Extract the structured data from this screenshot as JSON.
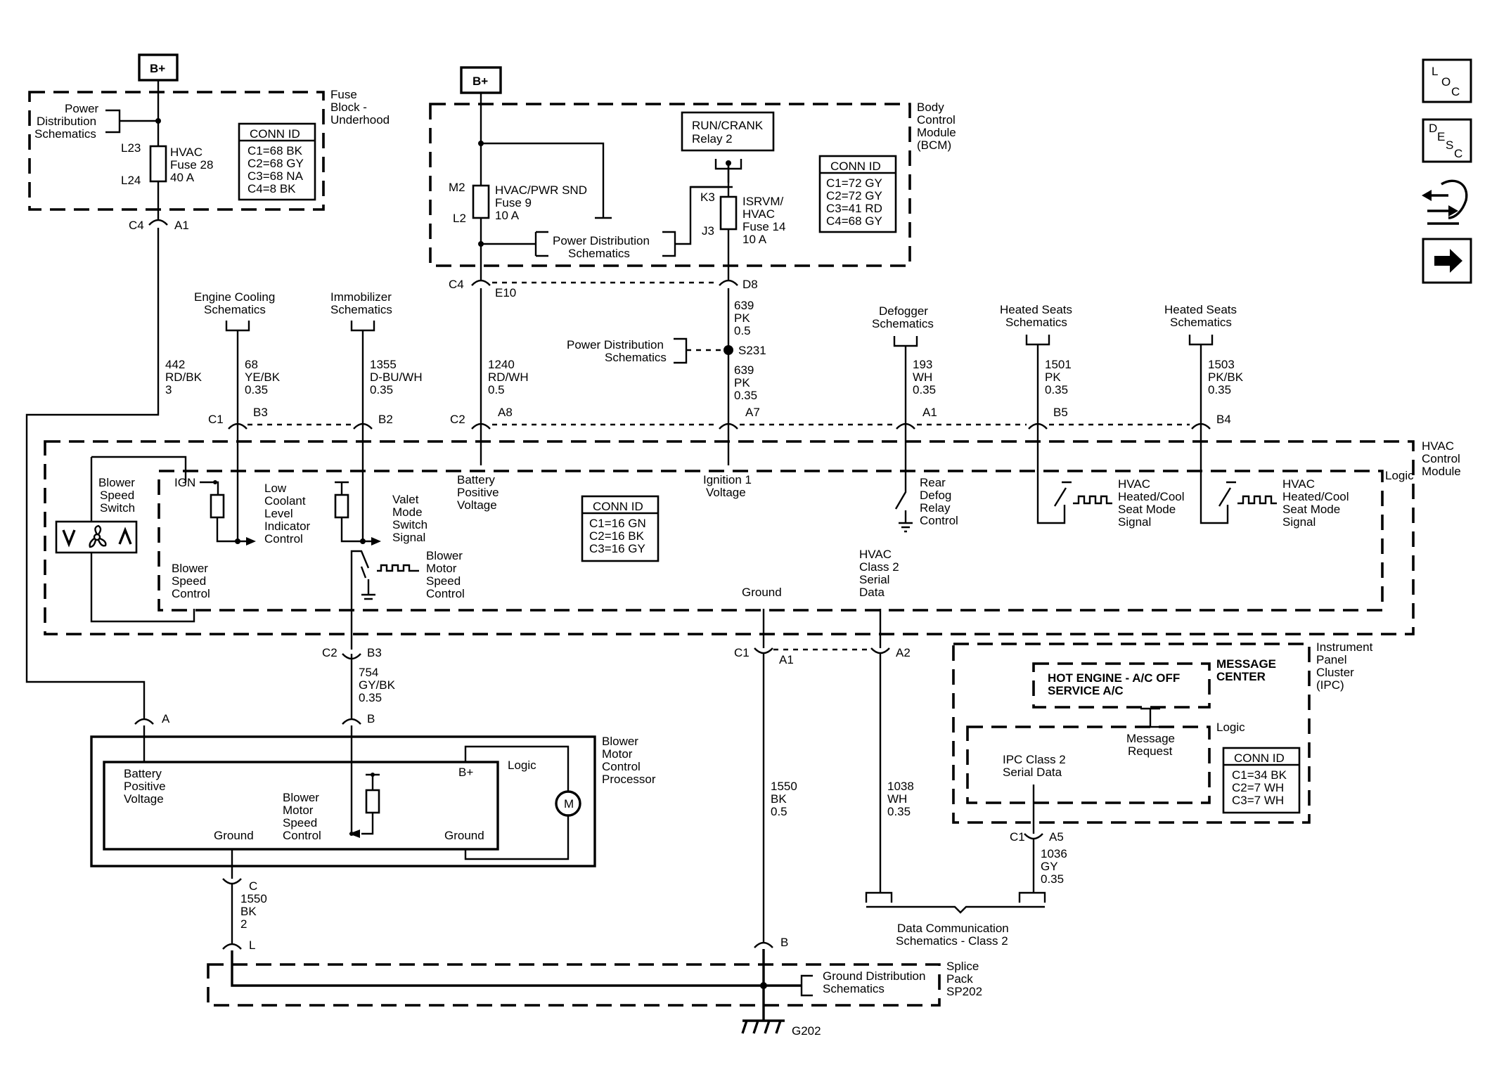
{
  "nav": {
    "loc_letters": [
      "L",
      "O",
      "C"
    ],
    "desc_letters": [
      "D",
      "E",
      "S",
      "C"
    ],
    "connector_icon": "connector-icon",
    "next_icon": "arrow-right-icon"
  },
  "power": {
    "bplus_left": "B+",
    "bplus_center": "B+"
  },
  "fuse_block": {
    "title": [
      "Fuse",
      "Block -",
      "Underhood"
    ],
    "power_dist": [
      "Power",
      "Distribution",
      "Schematics"
    ],
    "pin_top": "L23",
    "pin_bottom": "L24",
    "fuse": [
      "HVAC",
      "Fuse 28",
      "40 A"
    ],
    "conn_header": "CONN ID",
    "conn_lines": [
      "C1=68 BK",
      "C2=68 GY",
      "C3=68 NA",
      "C4=8 BK"
    ],
    "conn_c4": "C4",
    "pin_a1": "A1"
  },
  "bcm": {
    "title": [
      "Body",
      "Control",
      "Module",
      "(BCM)"
    ],
    "pin_m2": "M2",
    "pin_l2": "L2",
    "fuse9": [
      "HVAC/PWR SND",
      "Fuse 9",
      "10 A"
    ],
    "relay": [
      "RUN/CRANK",
      "Relay 2"
    ],
    "pin_k3": "K3",
    "pin_j3": "J3",
    "fuse14": [
      "ISRVM/",
      "HVAC",
      "Fuse 14",
      "10 A"
    ],
    "power_dist": [
      "Power Distribution",
      "Schematics"
    ],
    "conn_header": "CONN ID",
    "conn_lines": [
      "C1=72 GY",
      "C2=72 GY",
      "C3=41 RD",
      "C4=68 GY"
    ],
    "conn_c4": "C4",
    "pin_e10": "E10",
    "pin_d8": "D8"
  },
  "wires": {
    "w442": [
      "442",
      "RD/BK",
      "3"
    ],
    "w68": [
      "68",
      "YE/BK",
      "0.35"
    ],
    "w1355": [
      "1355",
      "D-BU/WH",
      "0.35"
    ],
    "w1240": [
      "1240",
      "RD/WH",
      "0.5"
    ],
    "w639a": [
      "639",
      "PK",
      "0.5"
    ],
    "w639b": [
      "639",
      "PK",
      "0.35"
    ],
    "w193": [
      "193",
      "WH",
      "0.35"
    ],
    "w1501": [
      "1501",
      "PK",
      "0.35"
    ],
    "w1503": [
      "1503",
      "PK/BK",
      "0.35"
    ],
    "w754": [
      "754",
      "GY/BK",
      "0.35"
    ],
    "w1550a": [
      "1550",
      "BK",
      "2"
    ],
    "w1550b": [
      "1550",
      "BK",
      "0.5"
    ],
    "w1038": [
      "1038",
      "WH",
      "0.35"
    ],
    "w1036": [
      "1036",
      "GY",
      "0.35"
    ]
  },
  "refs": {
    "engine_cooling": [
      "Engine Cooling",
      "Schematics"
    ],
    "immobilizer": [
      "Immobilizer",
      "Schematics"
    ],
    "power_dist_s231": [
      "Power Distribution",
      "Schematics"
    ],
    "splice_s231": "S231",
    "defogger": [
      "Defogger",
      "Schematics"
    ],
    "heated_seats_1": [
      "Heated Seats",
      "Schematics"
    ],
    "heated_seats_2": [
      "Heated Seats",
      "Schematics"
    ]
  },
  "hvac": {
    "title": [
      "HVAC",
      "Control",
      "Module"
    ],
    "logic": "Logic",
    "c1": "C1",
    "pin_b3": "B3",
    "pin_b2": "B2",
    "c2": "C2",
    "pin_a8": "A8",
    "pin_a7": "A7",
    "pin_a1": "A1",
    "pin_b5": "B5",
    "pin_b4": "B4",
    "blower_switch": [
      "Blower",
      "Speed",
      "Switch"
    ],
    "ign": "IGN",
    "low_coolant": [
      "Low",
      "Coolant",
      "Level",
      "Indicator",
      "Control"
    ],
    "valet": [
      "Valet",
      "Mode",
      "Switch",
      "Signal"
    ],
    "battery": [
      "Battery",
      "Positive",
      "Voltage"
    ],
    "ignition": [
      "Ignition 1",
      "Voltage"
    ],
    "rear_defog": [
      "Rear",
      "Defog",
      "Relay",
      "Control"
    ],
    "seat1": [
      "HVAC",
      "Heated/Cool",
      "Seat Mode",
      "Signal"
    ],
    "seat2": [
      "HVAC",
      "Heated/Cool",
      "Seat Mode",
      "Signal"
    ],
    "conn_header": "CONN ID",
    "conn_lines": [
      "C1=16 GN",
      "C2=16 BK",
      "C3=16 GY"
    ],
    "blower_speed_control": [
      "Blower",
      "Speed",
      "Control"
    ],
    "blower_motor_speed": [
      "Blower",
      "Motor",
      "Speed",
      "Control"
    ],
    "serial": [
      "HVAC",
      "Class 2",
      "Serial",
      "Data"
    ],
    "ground": "Ground",
    "c2b": "C2",
    "pin_b3b": "B3",
    "c1b": "C1",
    "pin_a1b": "A1",
    "pin_a2": "A2"
  },
  "ipc": {
    "title": [
      "Instrument",
      "Panel",
      "Cluster",
      "(IPC)"
    ],
    "message": [
      "HOT ENGINE - A/C OFF",
      "SERVICE A/C"
    ],
    "message_center": [
      "MESSAGE",
      "CENTER"
    ],
    "request": [
      "Message",
      "Request"
    ],
    "logic": "Logic",
    "serial": [
      "IPC Class 2",
      "Serial Data"
    ],
    "conn_header": "CONN ID",
    "conn_lines": [
      "C1=34 BK",
      "C2=7 WH",
      "C3=7 WH"
    ],
    "c1": "C1",
    "pin_a5": "A5"
  },
  "blower": {
    "title": [
      "Blower",
      "Motor",
      "Control",
      "Processor"
    ],
    "pin_a": "A",
    "pin_b": "B",
    "pin_c": "C",
    "battery": [
      "Battery",
      "Positive",
      "Voltage"
    ],
    "speed": [
      "Blower",
      "Motor",
      "Speed",
      "Control"
    ],
    "bplus": "B+",
    "logic": "Logic",
    "ground1": "Ground",
    "ground2": "Ground",
    "motor": "M"
  },
  "bottom": {
    "data_comm": [
      "Data Communication",
      "Schematics - Class 2"
    ],
    "splice": [
      "Splice",
      "Pack",
      "SP202"
    ],
    "ground_dist": [
      "Ground Distribution",
      "Schematics"
    ],
    "pin_l": "L",
    "pin_b": "B",
    "g202": "G202"
  }
}
